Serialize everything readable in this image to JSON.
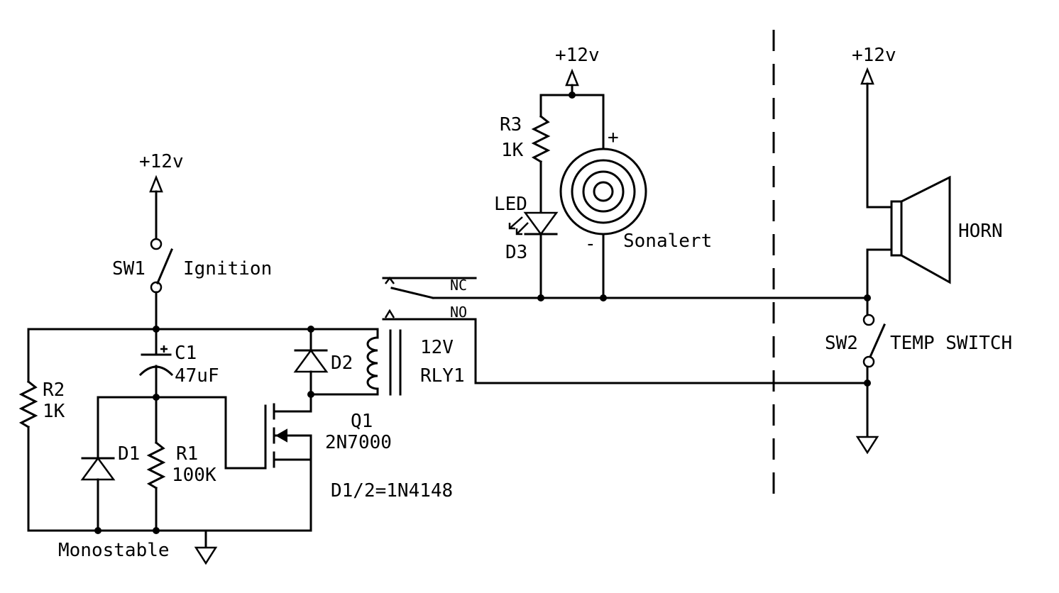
{
  "labels": {
    "v12_sw1": "+12v",
    "v12_sonalert": "+12v",
    "v12_horn": "+12v",
    "sw1": "SW1",
    "ignition": "Ignition",
    "c1_ref": "C1",
    "c1_value": "47uF",
    "r2_ref": "R2",
    "r2_value": "1K",
    "d1": "D1",
    "r1_ref": "R1",
    "r1_value": "100K",
    "d2": "D2",
    "rly_voltage": "12V",
    "rly_ref": "RLY1",
    "q1_ref": "Q1",
    "q1_part": "2N7000",
    "diode_note": "D1/2=1N4148",
    "monostable": "Monostable",
    "r3_ref": "R3",
    "r3_value": "1K",
    "led": "LED",
    "d3": "D3",
    "plus": "+",
    "minus": "-",
    "sonalert": "Sonalert",
    "nc": "NC",
    "no": "NO",
    "horn": "HORN",
    "sw2": "SW2",
    "temp_switch": "TEMP SWITCH"
  }
}
